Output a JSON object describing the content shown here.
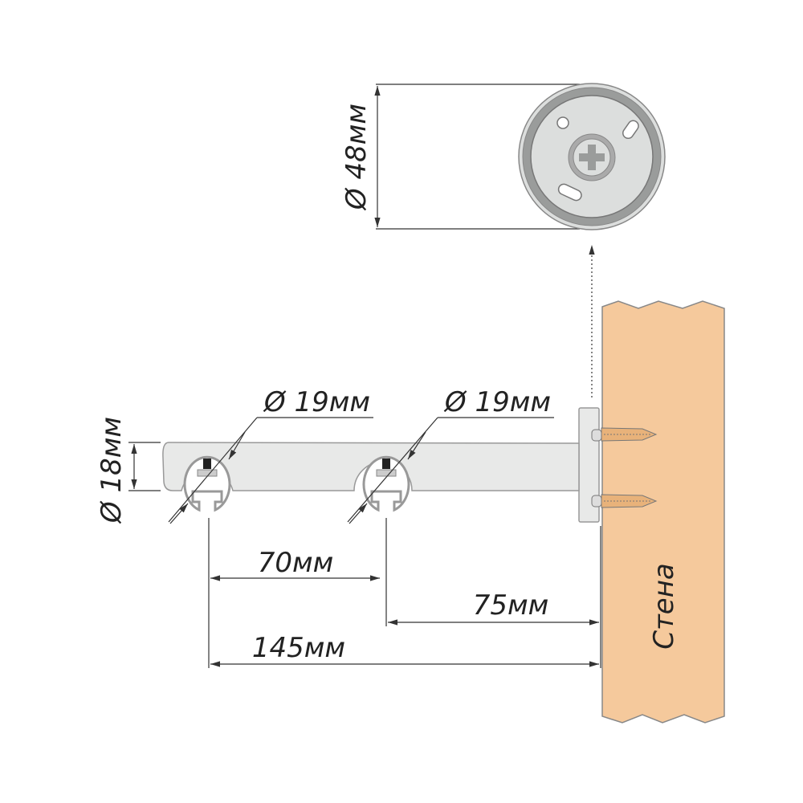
{
  "labels": {
    "plate_diameter": "Ø 48мм",
    "rod_diameter_1": "Ø 19мм",
    "rod_diameter_2": "Ø 19мм",
    "arm_diameter": "Ø 18мм",
    "spacing_between_rods": "70мм",
    "inner_rod_offset": "75мм",
    "total_offset": "145мм",
    "wall": "Стена"
  },
  "colors": {
    "wall": "#f5c99c",
    "metal": "#e8e9e8",
    "ring": "#9a9c9b"
  }
}
